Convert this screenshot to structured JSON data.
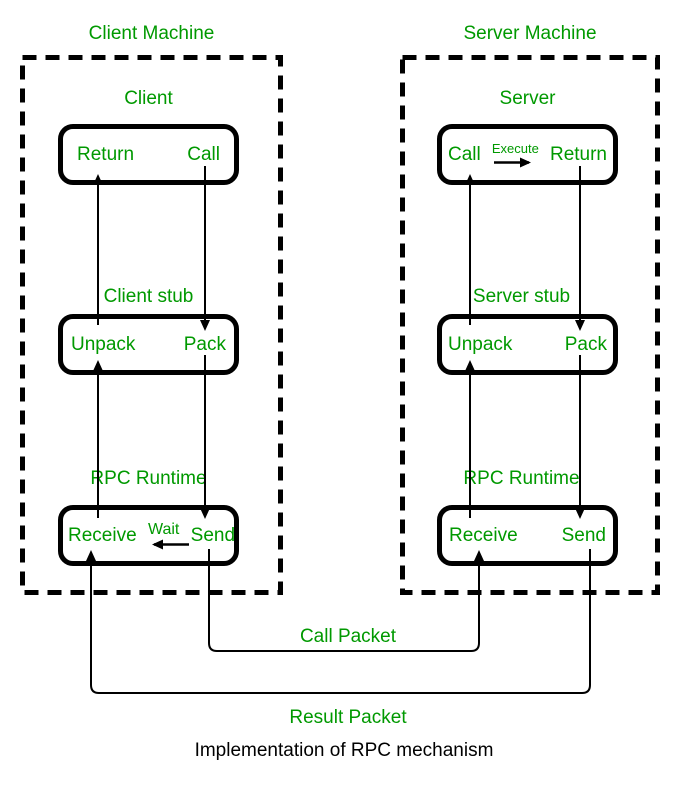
{
  "colors": {
    "green": "#009900",
    "black": "#000000",
    "background": "#ffffff"
  },
  "caption": "Implementation of RPC mechanism",
  "client": {
    "machine_label": "Client Machine",
    "app": {
      "label": "Client",
      "left": "Return",
      "right": "Call"
    },
    "stub": {
      "label": "Client stub",
      "left": "Unpack",
      "right": "Pack"
    },
    "runtime": {
      "label": "RPC Runtime",
      "left": "Receive",
      "mid": "Wait",
      "right": "Send"
    }
  },
  "server": {
    "machine_label": "Server Machine",
    "app": {
      "label": "Server",
      "left": "Call",
      "mid": "Execute",
      "right": "Return"
    },
    "stub": {
      "label": "Server stub",
      "left": "Unpack",
      "right": "Pack"
    },
    "runtime": {
      "label": "RPC Runtime",
      "left": "Receive",
      "right": "Send"
    }
  },
  "packets": {
    "call_label": "Call Packet",
    "result_label": "Result Packet"
  }
}
